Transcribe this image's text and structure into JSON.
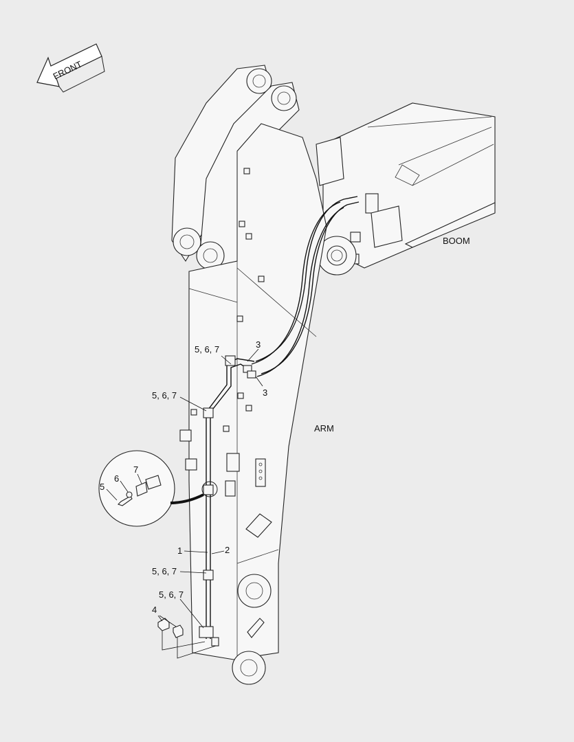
{
  "direction_arrow": {
    "label": "FRONT"
  },
  "components": {
    "boom": "BOOM",
    "arm": "ARM"
  },
  "callouts": {
    "c567_top": "5, 6, 7",
    "c3_top": "3",
    "c3_bottom": "3",
    "c567_mid": "5, 6, 7",
    "c5": "5",
    "c6": "6",
    "c7": "7",
    "c1": "1",
    "c2": "2",
    "c567_low": "5, 6, 7",
    "c567_bottom": "5, 6, 7",
    "c4": "4"
  }
}
